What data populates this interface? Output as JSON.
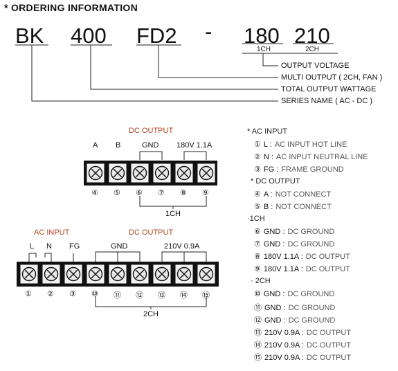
{
  "title": "* ORDERING INFORMATION",
  "model": {
    "series": "BK",
    "wattage": "400",
    "type": "FD2",
    "dash": "-",
    "v1": "180",
    "v2": "210",
    "v1_label": "1CH",
    "v2_label": "2CH"
  },
  "explain": {
    "output_voltage": "OUTPUT VOLTAGE",
    "multi_output": "MULTI OUTPUT ( 2CH, FAN )",
    "total_wattage": "TOTAL OUTPUT WATTAGE",
    "series_name": "SERIES NAME ( AC - DC )"
  },
  "top_block": {
    "dc_output": "DC OUTPUT",
    "labels": [
      "A",
      "B",
      "GND",
      "180V 1.1A"
    ],
    "pins": [
      "④",
      "⑤",
      "⑥",
      "⑦",
      "⑧",
      "⑨"
    ],
    "channel": "1CH"
  },
  "bottom_block": {
    "ac_input": "AC INPUT",
    "dc_output": "DC OUTPUT",
    "labels": [
      "L",
      "N",
      "FG",
      "GND",
      "210V 0.9A"
    ],
    "pins": [
      "①",
      "②",
      "③",
      "⑩",
      "⑪",
      "⑫",
      "⑬",
      "⑭",
      "⑮"
    ],
    "channel": "2CH"
  },
  "legend": {
    "ac_header": "* AC INPUT",
    "ac_items": [
      {
        "num": "①",
        "key": "L :",
        "val": "AC INPUT HOT LINE"
      },
      {
        "num": "②",
        "key": "N :",
        "val": "AC INPUT NEUTRAL LINE"
      },
      {
        "num": "③",
        "key": "FG :",
        "val": "FRAME GROUND"
      }
    ],
    "dc_header": "* DC OUTPUT",
    "dc_items": [
      {
        "num": "④",
        "key": "A :",
        "val": "NOT CONNECT"
      },
      {
        "num": "⑤",
        "key": "B :",
        "val": "NOT CONNECT"
      }
    ],
    "ch1_header": "·1CH",
    "ch1_items": [
      {
        "num": "⑥",
        "key": "GND :",
        "val": "DC GROUND"
      },
      {
        "num": "⑦",
        "key": "GND :",
        "val": "DC GROUND"
      },
      {
        "num": "⑧",
        "key": "180V 1.1A :",
        "val": "DC OUTPUT"
      },
      {
        "num": "⑨",
        "key": "180V 1.1A :",
        "val": "DC OUTPUT"
      }
    ],
    "ch2_header": "· 2CH",
    "ch2_items": [
      {
        "num": "⑩",
        "key": "GND :",
        "val": "DC GROUND"
      },
      {
        "num": "⑪",
        "key": "GND :",
        "val": "DC GROUND"
      },
      {
        "num": "⑫",
        "key": "GND :",
        "val": "DC GROUND"
      },
      {
        "num": "⑬",
        "key": "210V 0.9A :",
        "val": "DC OUTPUT"
      },
      {
        "num": "⑭",
        "key": "210V 0.9A :",
        "val": "DC OUTPUT"
      },
      {
        "num": "⑮",
        "key": "210V 0.9A :",
        "val": "DC OUTPUT"
      }
    ]
  }
}
